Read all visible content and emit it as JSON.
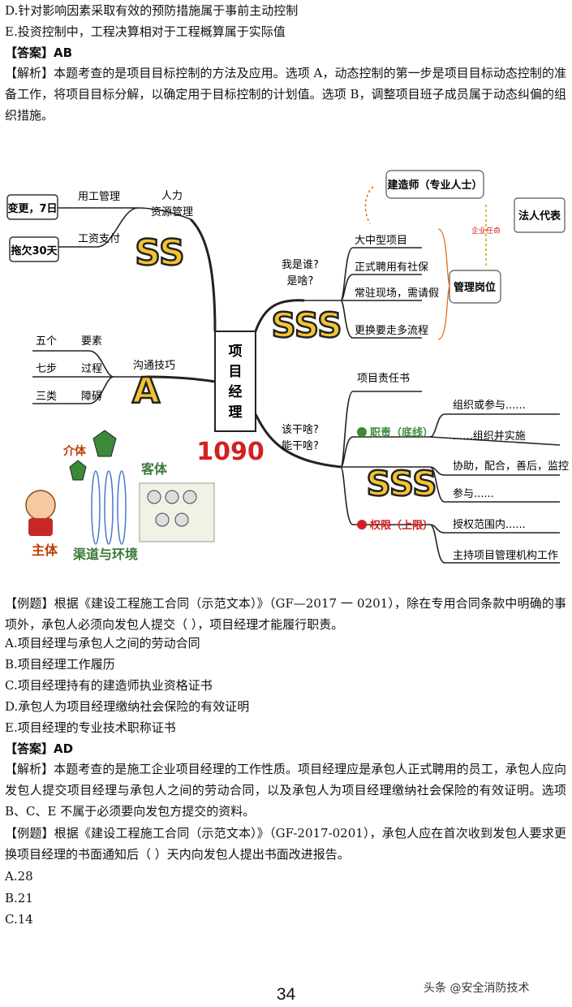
{
  "top": {
    "opt_d": "D.针对影响因素采取有效的预防措施属于事前主动控制",
    "opt_e": "E.投资控制中，工程决算相对于工程概算属于实际值",
    "answer": "【答案】AB",
    "analysis": "【解析】本题考查的是项目目标控制的方法及应用。选项 A，动态控制的第一步是项目目标动态控制的准备工作，将项目目标分解，以确定用于目标控制的计划值。选项 B，调整项目班子成员属于动态纠偏的组织措施。"
  },
  "mindmap": {
    "center": [
      "项",
      "目",
      "经",
      "理"
    ],
    "number": "1090",
    "left": {
      "hr": [
        "人力",
        "资源管理"
      ],
      "hr_items": [
        "用工管理",
        "工资支付"
      ],
      "boxes": [
        "变更，7日",
        "拖欠30天"
      ],
      "ss": "SS",
      "comm": "沟通技巧",
      "comm_left": [
        "五个",
        "七步",
        "三类"
      ],
      "comm_right": [
        "要素",
        "过程",
        "障碍"
      ],
      "a": "A",
      "cartoon": [
        "介体",
        "客体",
        "主体",
        "渠道与环境"
      ]
    },
    "right": {
      "who": [
        "我是谁?",
        "是啥?"
      ],
      "who_items": [
        "大中型项目",
        "正式聘用有社保",
        "常驻现场，需请假",
        "更换要走多流程"
      ],
      "jzs": "建造师（专业人士）",
      "frdb": "法人代表",
      "qyrm": "企业任命",
      "glgw": "管理岗位",
      "sss": "SSS",
      "what": [
        "该干啥?",
        "能干啥?"
      ],
      "zrs": "项目责任书",
      "zz": "职责（底线）",
      "qx": "权限（上限）",
      "what_items": [
        "组织或参与......",
        "......组织并实施",
        "协助，配合，善后，监控",
        "参与......",
        "授权范围内......",
        "主持项目管理机构工作"
      ]
    }
  },
  "q2": {
    "stem": "【例题】根据《建设工程施工合同（示范文本）》（GF—2017 一 0201），除在专用合同条款中明确的事项外，承包人必须向发包人提交（    ），项目经理才能履行职责。",
    "opt_a": "A.项目经理与承包人之间的劳动合同",
    "opt_b": "B.项目经理工作履历",
    "opt_c": "C.项目经理持有的建造师执业资格证书",
    "opt_d": "D.承包人为项目经理缴纳社会保险的有效证明",
    "opt_e": "E.项目经理的专业技术职称证书",
    "answer": "【答案】AD",
    "analysis": "【解析】本题考查的是施工企业项目经理的工作性质。项目经理应是承包人正式聘用的员工，承包人应向发包人提交项目经理与承包人之间的劳动合同，以及承包人为项目经理缴纳社会保险的有效证明。选项 B、C、E 不属于必须要向发包方提交的资料。"
  },
  "q3": {
    "stem": "【例题】根据《建设工程施工合同（示范文本）》（GF-2017-0201），承包人应在首次收到发包人要求更换项目经理的书面通知后（    ）天内向发包人提出书面改进报告。",
    "opt_a": "A.28",
    "opt_b": "B.21",
    "opt_c": "C.14"
  },
  "page_number": "34",
  "watermark": "头条 @安全消防技术"
}
